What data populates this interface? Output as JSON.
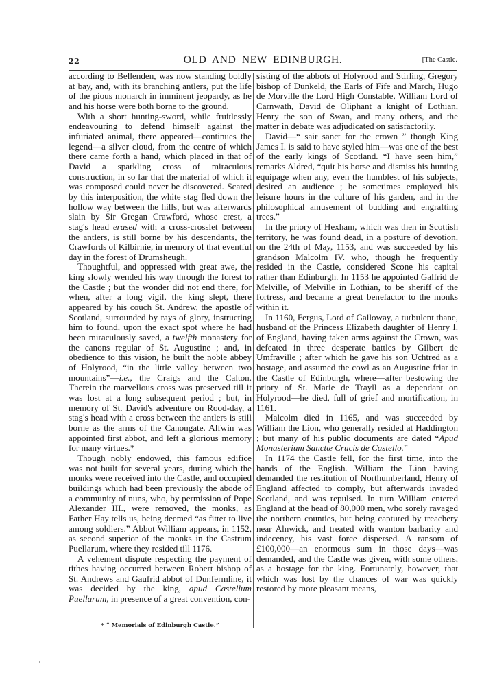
{
  "header": {
    "page_number": "22",
    "running_title": "OLD AND NEW EDINBURGH.",
    "section": "[The Castle."
  },
  "left_column": {
    "paragraphs": [
      "according to Bellenden, was now standing boldly at bay, and, with its branching antlers, put the life of the pious monarch in imminent jeopardy, as he and his horse were both borne to the ground.",
      "With a short hunting-sword, while fruitlessly endeavouring to defend himself against the infuriated animal, there appeared—continues the legend—a silver cloud, from the centre of which there came forth a hand, which placed in that of David a sparkling cross of miraculous construction, in so far that the material of which it was composed could never be discovered. Scared by this interposition, the white stag fled down the hollow way between the hills, but was afterwards slain by Sir Gregan Crawford, whose crest, a stag's head ",
      "erased",
      " with a cross-crosslet between the antlers, is still borne by his descendants, the Crawfords of Kilbirnie, in memory of that eventful day in the forest of Drumsheugh.",
      "Thoughtful, and oppressed with great awe, the king slowly wended his way through the forest to the Castle ; but the wonder did not end there, for when, after a long vigil, the king slept, there appeared by his couch St. Andrew, the apostle of Scotland, surrounded by rays of glory, instructing him to found, upon the exact spot where he had been miraculously saved, a ",
      "twelfth",
      " monastery for the canons regular of St. Augustine ; and, in obedience to this vision, he built the noble abbey of Holyrood, “in the little valley between two mountains”—",
      "i.e.,",
      " the Craigs and the Calton. Therein the marvellous cross was preserved till it was lost at a long subsequent period ; but, in memory of St. David's adventure on Rood-day, a stag's head with a cross between the antlers is still borne as the arms of the Canongate. Alfwin was appointed first abbot, and left a glorious memory for many virtues.*",
      "Though nobly endowed, this famous edifice was not built for several years, during which the monks were received into the Castle, and occupied buildings which had been previously the abode of a community of nuns, who, by permission of Pope Alexander III., were removed, the monks, as Father Hay tells us, being deemed “as fitter to live among soldiers.” Abbot William appears, in 1152, as second superior of the monks in the Castrum Puellarum, where they resided till 1176.",
      "A vehement dispute respecting the payment of tithes having occurred between Robert bishop of St. Andrews and Gaufrid abbot of Dunfermline, it was decided by the king, ",
      "apud Castellum Puellarum",
      ", in presence of a great convention, con-"
    ]
  },
  "right_column": {
    "paragraphs": [
      "sisting of the abbots of Holyrood and Stirling, Gregory bishop of Dunkeld, the Earls of Fife and March, Hugo de Morville the Lord High Constable, William Lord of Carnwath, David de Oliphant a knight of Lothian, Henry the son of Swan, and many others, and the matter in debate was adjudicated on satisfactorily.",
      "David—“ sair sanct for the crown ” though King James I. is said to have styled him—was one of the best of the early kings of Scotland. “I have seen him,” remarks Aldred, “quit his horse and dismiss his hunting equipage when any, even the humblest of his subjects, desired an audience ; he sometimes employed his leisure hours in the culture of his garden, and in the philosophical amusement of budding and engrafting trees.”",
      "In the priory of Hexham, which was then in Scottish territory, he was found dead, in a posture of devotion, on the 24th of May, 1153, and was succeeded by his grandson Malcolm IV. who, though he frequently resided in the Castle, considered Scone his capital rather than Edinburgh. In 1153 he appointed Galfrid de Melville, of Melville in Lothian, to be sheriff of the fortress, and became a great benefactor to the monks within it.",
      "In 1160, Fergus, Lord of Galloway, a turbulent thane, husband of the Princess Elizabeth daughter of Henry I. of England, having taken arms against the Crown, was defeated in three desperate battles by Gilbert de Umfraville ; after which he gave his son Uchtred as a hostage, and assumed the cowl as an Augustine friar in the Castle of Edinburgh, where—after bestowing the priory of St. Marie de Trayll as a dependant on Holyrood—he died, full of grief and mortification, in 1161.",
      "Malcolm died in 1165, and was succeeded by William the Lion, who generally resided at Haddington ; but many of his public documents are dated “",
      "Apud Monasterium Sanctæ Crucis de Castello.",
      "”",
      "In 1174 the Castle fell, for the first time, into the hands of the English. William the Lion having demanded the restitution of Northumberland, Henry of England affected to comply, but afterwards invaded Scotland, and was repulsed. In turn William entered England at the head of 80,000 men, who sorely ravaged the northern counties, but being captured by treachery near Alnwick, and treated with wanton barbarity and indecency, his vast force dispersed. A ransom of £100,000—an enormous sum in those days—was demanded, and the Castle was given, with some others, as a hostage for the king. Fortunately, however, that which was lost by the chances of war was quickly restored by more pleasant means,"
    ]
  },
  "footnote": {
    "text": "* “ Memorials of Edinburgh Castle.”"
  }
}
